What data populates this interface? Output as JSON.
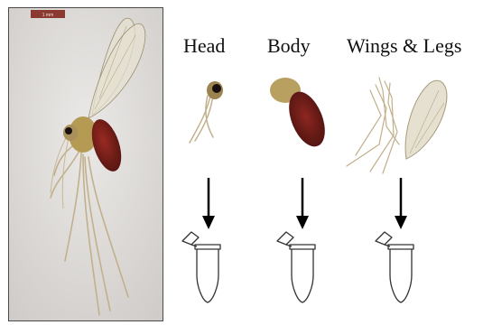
{
  "scale_bar": {
    "text": "1 mm",
    "color": "#8b3a32"
  },
  "labels": {
    "head": "Head",
    "body": "Body",
    "wings_legs": "Wings & Legs"
  },
  "colors": {
    "panel_background": "#d8d6d4",
    "abdomen": "#7a1e1a",
    "thorax": "#b59a54",
    "eye": "#1a1010",
    "legs": "#c2b08c",
    "arrow": "#000000",
    "tube_outline": "#333333"
  }
}
